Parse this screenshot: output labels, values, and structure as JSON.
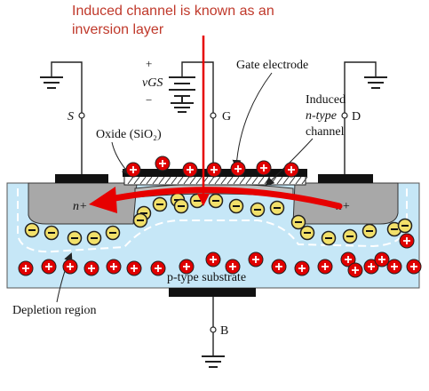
{
  "caption": {
    "line1": "Induced channel is known as an",
    "line2": "inversion layer"
  },
  "labels": {
    "source": "S",
    "gate": "G",
    "drain": "D",
    "body": "B",
    "gate_electrode": "Gate electrode",
    "oxide": "Oxide (SiO₂)",
    "induced_line1": "Induced",
    "induced_line2": "n-type",
    "induced_line3": "channel",
    "vgs_plus": "+",
    "vgs": "vGS",
    "vgs_minus": "−",
    "source_region": "n+",
    "drain_region": "n+",
    "substrate": "p-type substrate",
    "depletion": "Depletion region"
  },
  "colors": {
    "caption_text": "#c0392b",
    "arrow": "#e60000",
    "substrate_fill": "#c6e7f7",
    "n_region": "#a8a8a8",
    "hole_fill": "#e00000",
    "electron_fill": "#f2e06a",
    "metal": "#111111"
  },
  "icons": {
    "hole": "circled-plus-icon",
    "electron": "circled-minus-icon",
    "ground": "ground-icon",
    "battery": "battery-icon"
  }
}
